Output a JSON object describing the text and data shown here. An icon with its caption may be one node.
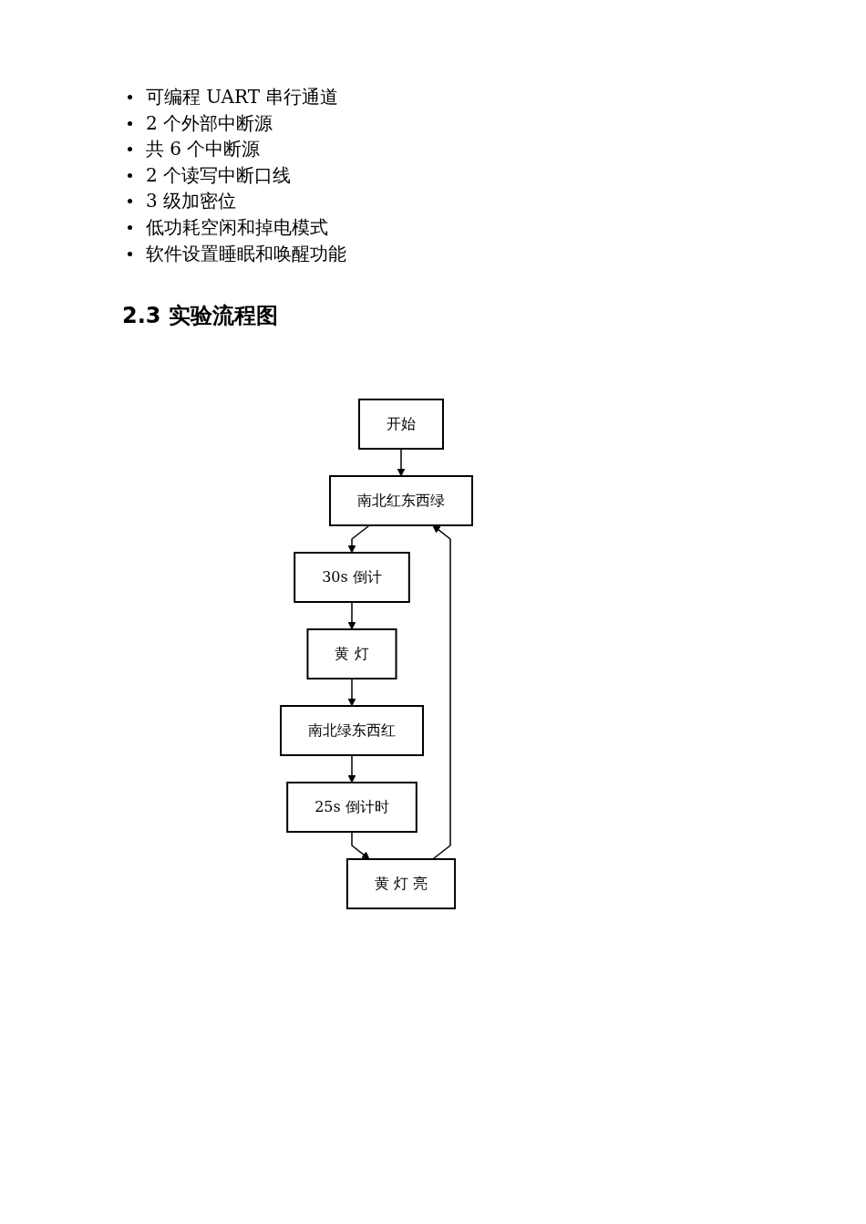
{
  "diagram": {
    "title": "2.3 实验流程图",
    "nodes": [
      {
        "text": [
          "开始"
        ]
      },
      {
        "text": [
          "南北红东西绿"
        ]
      },
      {
        "text": [
          "30s 倒计"
        ]
      },
      {
        "text": [
          "黄 灯"
        ]
      },
      {
        "text": [
          "南北绿东西红"
        ]
      },
      {
        "text": [
          "25s 倒计时"
        ]
      },
      {
        "text": [
          "黄 灯 亮"
        ]
      }
    ],
    "edges": [
      {
        "from": 0,
        "to": 1,
        "arrow": "to"
      },
      {
        "from": 1,
        "to": 2,
        "arrow": "to"
      },
      {
        "from": 2,
        "to": 3,
        "arrow": "to"
      },
      {
        "from": 3,
        "to": 4,
        "arrow": "to"
      },
      {
        "from": 4,
        "to": 5,
        "arrow": "to"
      },
      {
        "from": 5,
        "to": 6,
        "arrow": "to"
      },
      {
        "from": 6,
        "to": 1,
        "arrow": "to"
      }
    ],
    "labels": [
      "可编程 UART 串行通道",
      "2 个外部中断源",
      "共 6 个中断源",
      "2 个读写中断口线",
      "3 级加密位",
      "低功耗空闲和掉电模式",
      "软件设置睡眠和唤醒功能"
    ]
  }
}
